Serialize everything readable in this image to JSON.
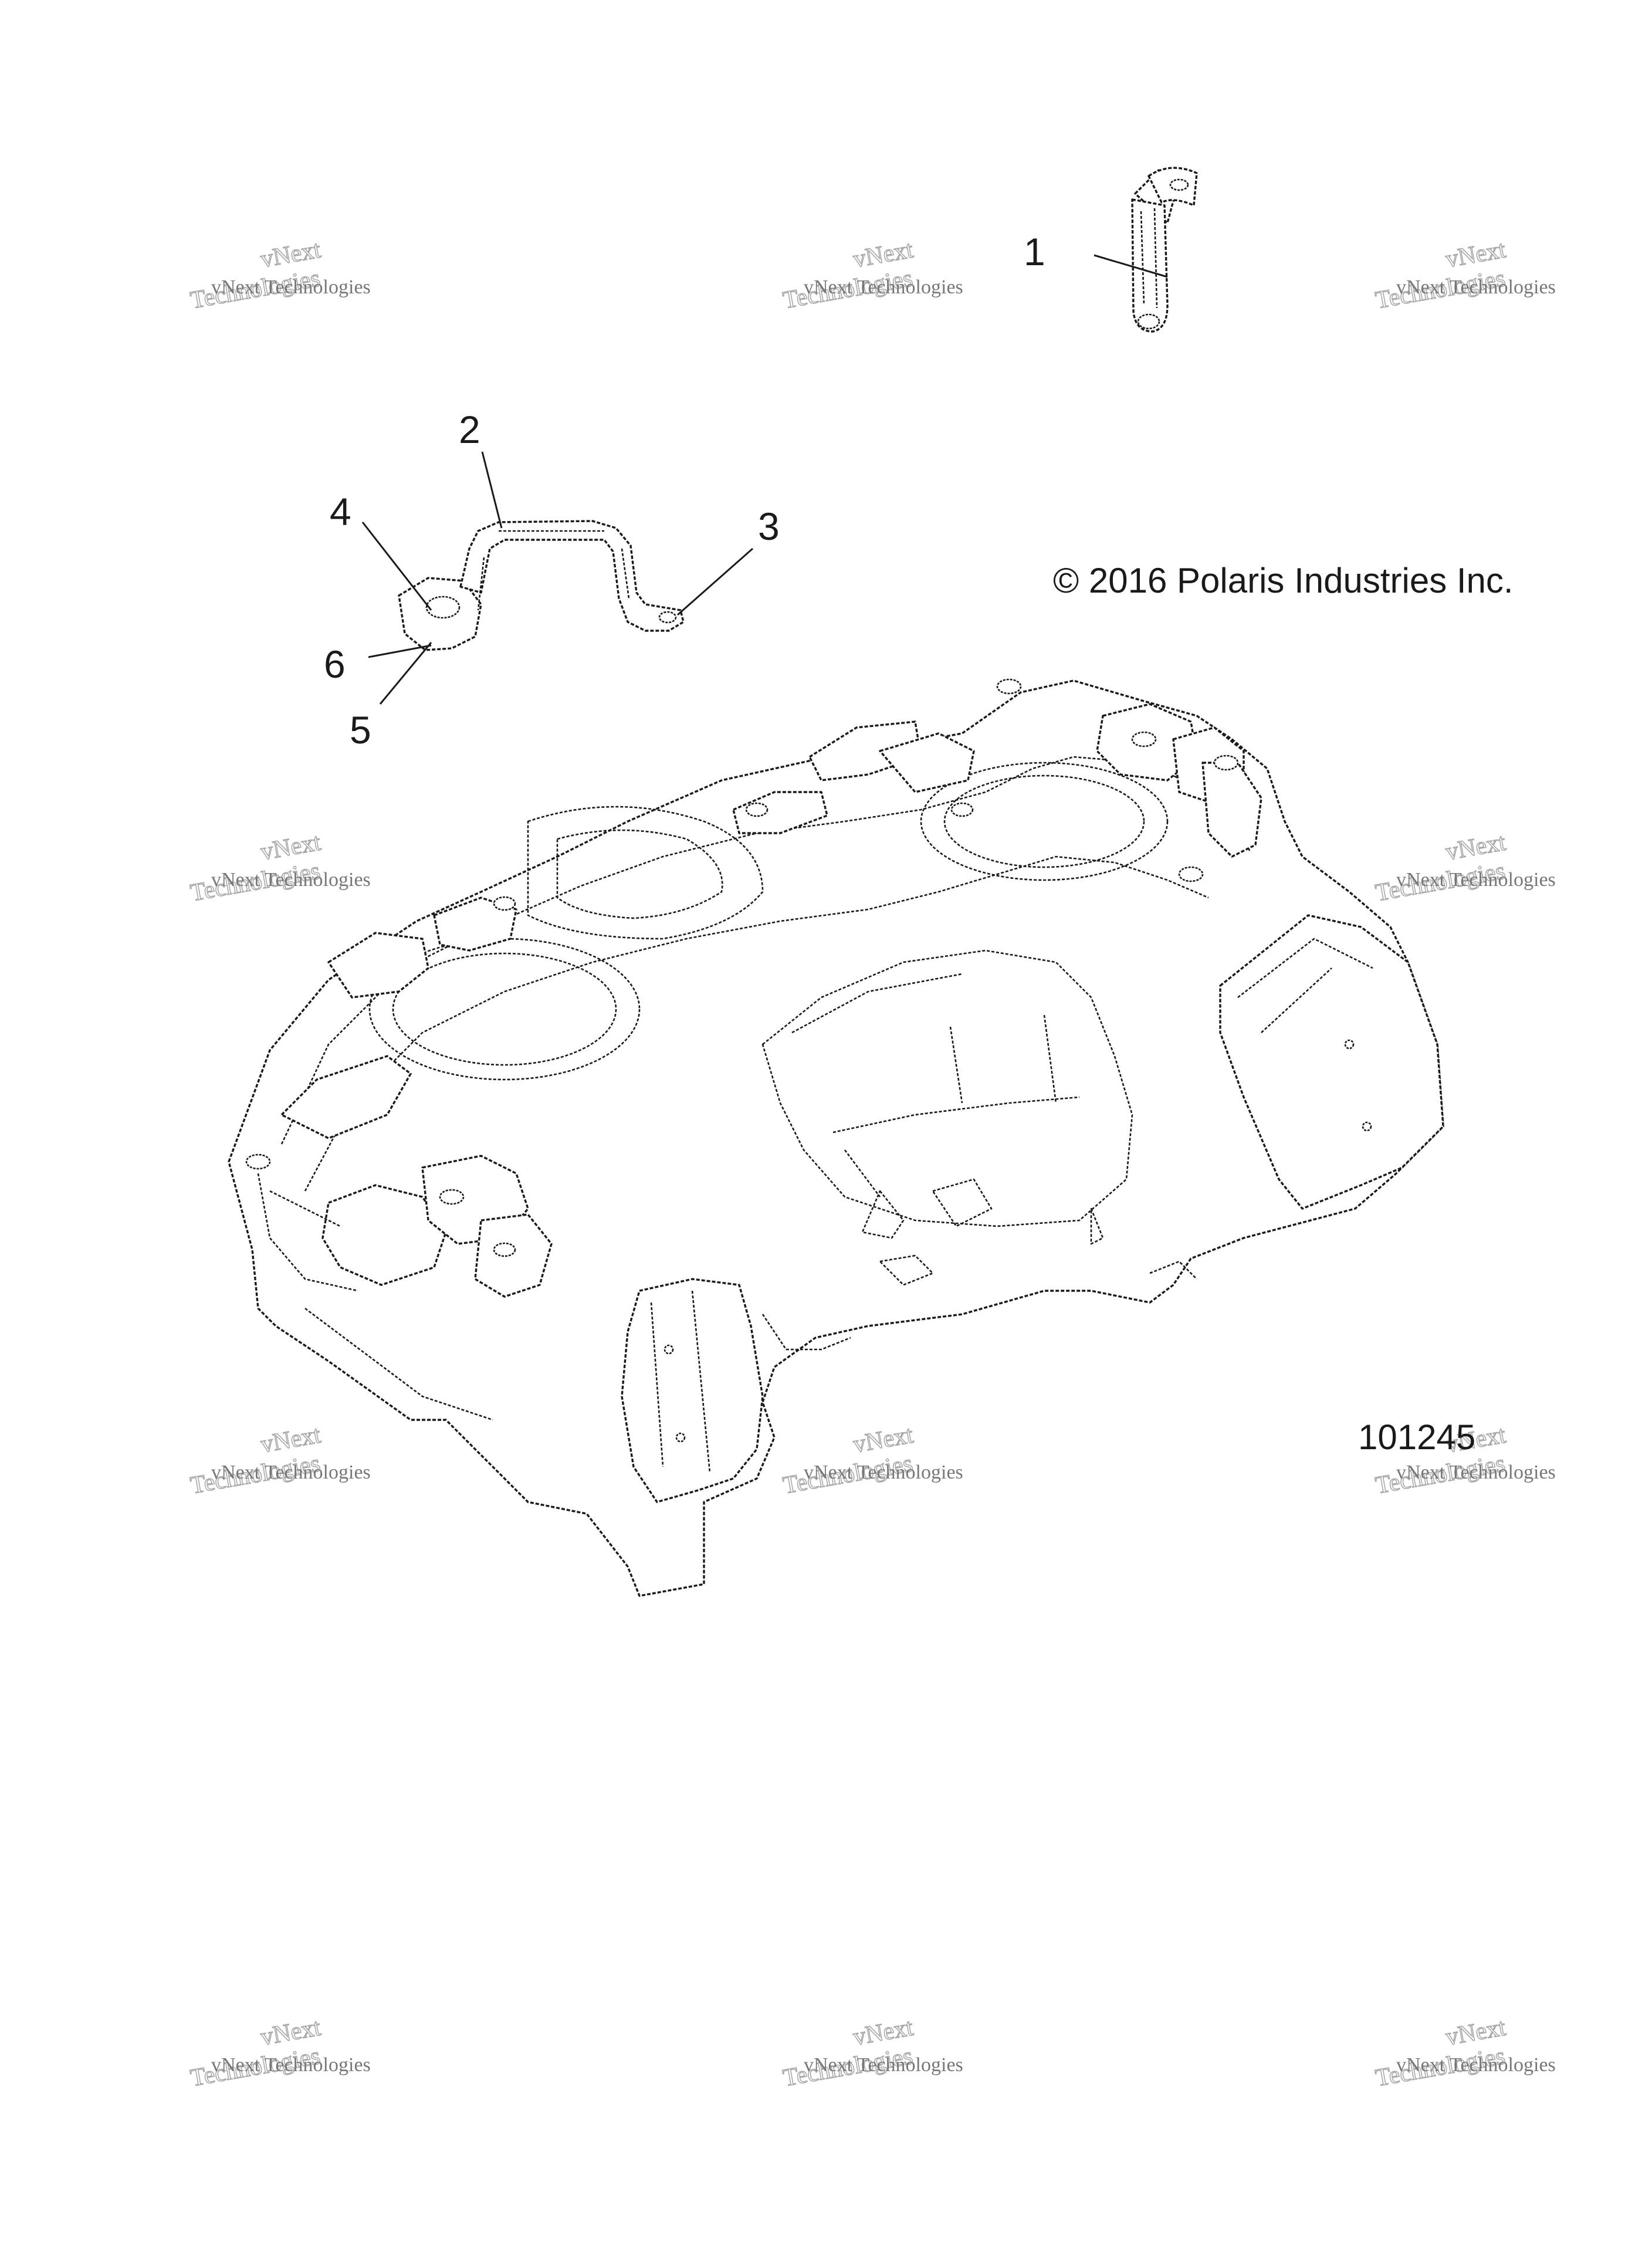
{
  "callouts": [
    {
      "label": "1"
    },
    {
      "label": "2"
    },
    {
      "label": "3"
    },
    {
      "label": "4"
    },
    {
      "label": "5"
    },
    {
      "label": "6"
    }
  ],
  "copyright": "© 2016 Polaris Industries Inc.",
  "figure_number": "101245",
  "watermark": {
    "line1": "vNext Technologies",
    "line2": "vNext\nTechnologies"
  }
}
